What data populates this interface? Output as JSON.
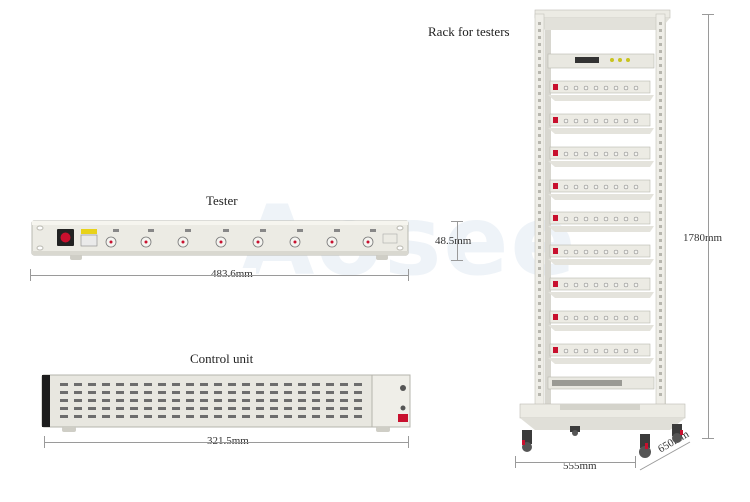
{
  "labels": {
    "tester": "Tester",
    "control_unit": "Control unit",
    "rack": "Rack for testers"
  },
  "dimensions": {
    "tester_width": "483.6mm",
    "tester_height": "48.5mm",
    "control_width": "321.5mm",
    "rack_height": "1780mm",
    "rack_width": "555mm",
    "rack_depth": "650mm"
  },
  "watermark": "Aosee",
  "colors": {
    "panel": "#ecebe4",
    "power_button": "#c8102e",
    "display_label": "#e8d21a"
  }
}
